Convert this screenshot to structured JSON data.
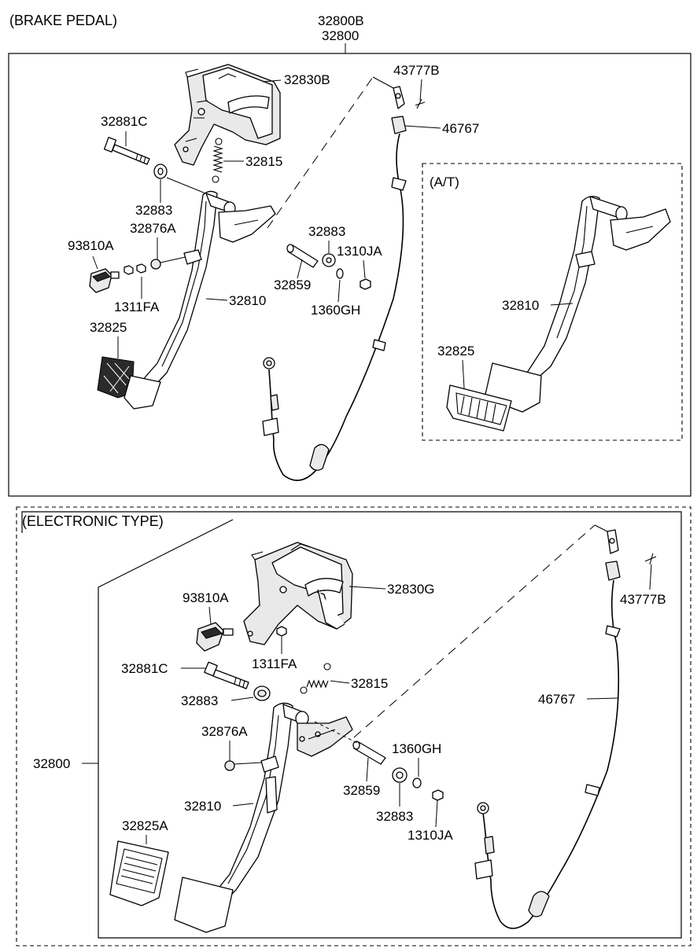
{
  "sections": {
    "brake_pedal": {
      "header": "(BRAKE PEDAL)",
      "assembly_labels": [
        "32800B",
        "32800"
      ],
      "parts": {
        "bracket": "32830B",
        "bolt": "32881C",
        "spring": "32815",
        "bushing": "32883",
        "stopper": "32876A",
        "switch": "93810A",
        "nut": "1311FA",
        "pedal_arm": "32810",
        "pedal_pad": "32825",
        "pin": "32859",
        "bushing_right": "32883",
        "nut_right": "1310JA",
        "washer": "1360GH",
        "cable_clip": "43777B",
        "cable": "46767"
      },
      "at_inset": {
        "header": "(A/T)",
        "pedal_arm": "32810",
        "pedal_pad": "32825"
      }
    },
    "electronic_type": {
      "header": "(ELECTRONIC TYPE)",
      "assembly_label": "32800",
      "parts": {
        "bracket": "32830G",
        "switch": "93810A",
        "nut": "1311FA",
        "bolt": "32881C",
        "spring": "32815",
        "bushing": "32883",
        "stopper": "32876A",
        "pedal_arm": "32810",
        "pedal_pad": "32825A",
        "pin": "32859",
        "bushing_right": "32883",
        "washer": "1360GH",
        "nut_right": "1310JA",
        "cable_clip": "43777B",
        "cable": "46767"
      }
    }
  }
}
